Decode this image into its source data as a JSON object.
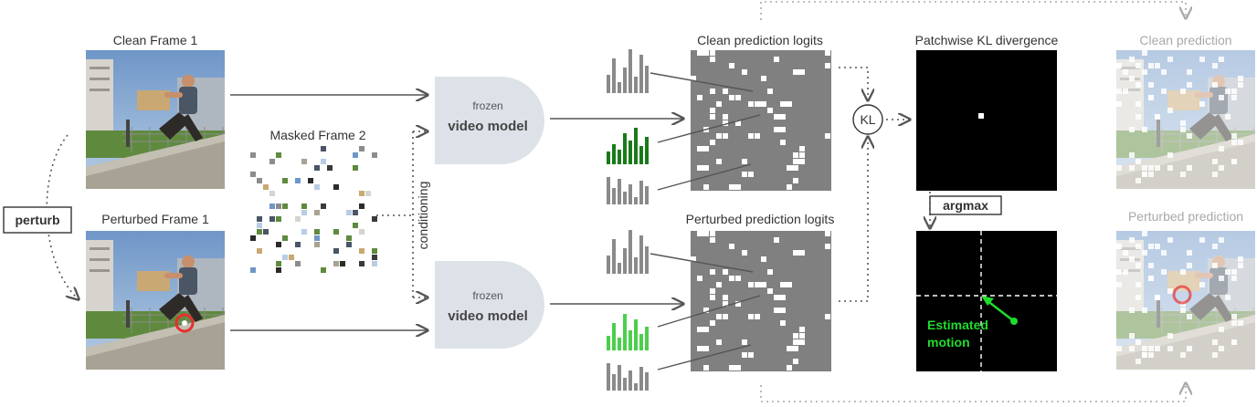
{
  "labels": {
    "clean_frame": "Clean Frame 1",
    "perturbed_frame": "Perturbed Frame 1",
    "masked_frame": "Masked Frame 2",
    "conditioning": "conditioning",
    "perturb": "perturb",
    "model_small": "frozen",
    "model_big": "video model",
    "clean_logits": "Clean prediction logits",
    "perturbed_logits": "Perturbed prediction logits",
    "kl": "KL",
    "kl_title": "Patchwise KL divergence",
    "argmax": "argmax",
    "estimated_motion_line1": "Estimated",
    "estimated_motion_line2": "motion",
    "clean_prediction": "Clean prediction",
    "perturbed_prediction": "Perturbed prediction"
  },
  "histograms": {
    "top_grey_1": [
      20,
      38,
      12,
      28,
      48,
      18,
      42,
      30
    ],
    "top_green": [
      14,
      22,
      16,
      34,
      26,
      40,
      20,
      30
    ],
    "top_grey_2": [
      30,
      18,
      28,
      14,
      22,
      8,
      26,
      20
    ],
    "bottom_grey_1": [
      20,
      38,
      12,
      28,
      48,
      18,
      42,
      30
    ],
    "bottom_green": [
      16,
      30,
      14,
      40,
      22,
      34,
      18,
      26
    ],
    "bottom_grey_2": [
      30,
      18,
      28,
      14,
      22,
      8,
      26,
      20
    ]
  },
  "colors": {
    "grey_bar": "#8a8a8a",
    "dark_green": "#1a7a1a",
    "light_green": "#4ccf4c",
    "logit_bg": "#808080",
    "model_fill": "#dde2e9",
    "motion_green": "#1fdc2d",
    "perturb_circle": "#e53030"
  }
}
